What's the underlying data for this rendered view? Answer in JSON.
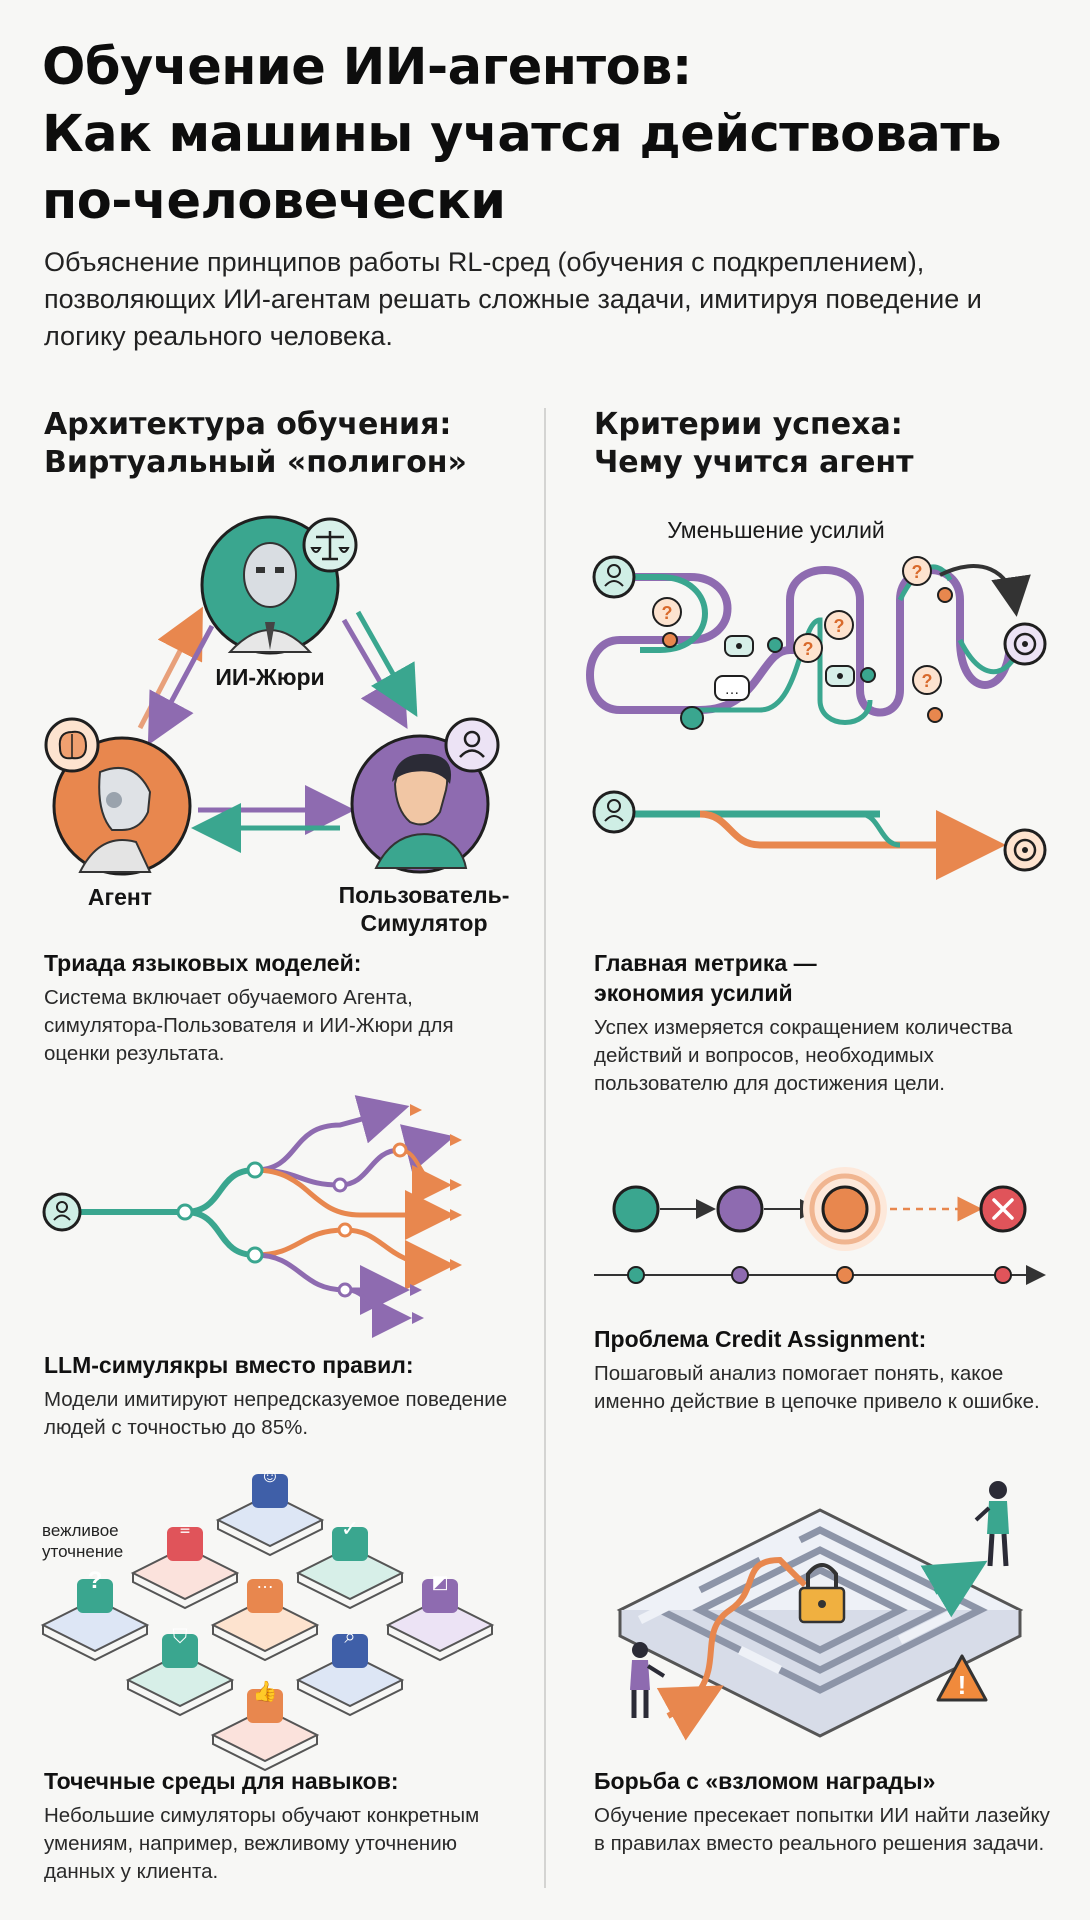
{
  "title": {
    "line1": "Обучение ИИ-агентов:",
    "line2": "Как машины учатся действовать",
    "line3": "по-человечески"
  },
  "subtitle": "Объяснение принципов работы RL-сред (обучения с подкреплением), позволяющих ИИ-агентам решать сложные задачи, имитируя поведение и логику реального человека.",
  "left": {
    "heading_line1": "Архитектура обучения:",
    "heading_line2": "Виртуальный «полигон»",
    "triad": {
      "jury_label": "ИИ-Жюри",
      "agent_label": "Агент",
      "user_label_line1": "Пользователь-",
      "user_label_line2": "Симулятор"
    },
    "block1": {
      "title": "Триада языковых моделей:",
      "text": "Система включает обучаемого Агента, симулятора-Пользователя и ИИ-Жюри для оценки результата."
    },
    "block2": {
      "title": "LLM-симулякры вместо правил:",
      "text": "Модели имитируют непредсказуемое поведение людей с точностью до 85%."
    },
    "skills_label_line1": "вежливое",
    "skills_label_line2": "уточнение",
    "block3": {
      "title": "Точечные среды для навыков:",
      "text": "Небольшие симуляторы обучают конкретным умениям, например, вежливому уточнению данных у клиента."
    }
  },
  "right": {
    "heading_line1": "Критерии успеха:",
    "heading_line2": "Чему учится агент",
    "effort_label": "Уменьшение усилий",
    "block1": {
      "title_line1": "Главная метрика —",
      "title_line2": "экономия усилий",
      "text": "Успех измеряется сокращением количества действий и вопросов, необходимых пользователю для достижения цели."
    },
    "block2": {
      "title": "Проблема Credit Assignment:",
      "text": "Пошаговый анализ помогает понять, какое именно действие в цепочке привело к ошибке."
    },
    "block3": {
      "title": "Борьба с «взломом награды»",
      "text": "Обучение пресекает попытки ИИ найти лазейку в правилах вместо реального решения задачи."
    }
  },
  "colors": {
    "teal": "#3aa68f",
    "purple": "#8e6bb0",
    "orange": "#e8874e",
    "red": "#e0545a",
    "dark": "#2b2b36"
  },
  "icons": [
    "scales-icon",
    "brain-icon",
    "user-icon",
    "question-icon",
    "chat-icon",
    "target-icon",
    "close-icon",
    "lock-icon",
    "warning-icon",
    "like-icon",
    "search-icon",
    "check-icon",
    "puzzle-icon"
  ]
}
